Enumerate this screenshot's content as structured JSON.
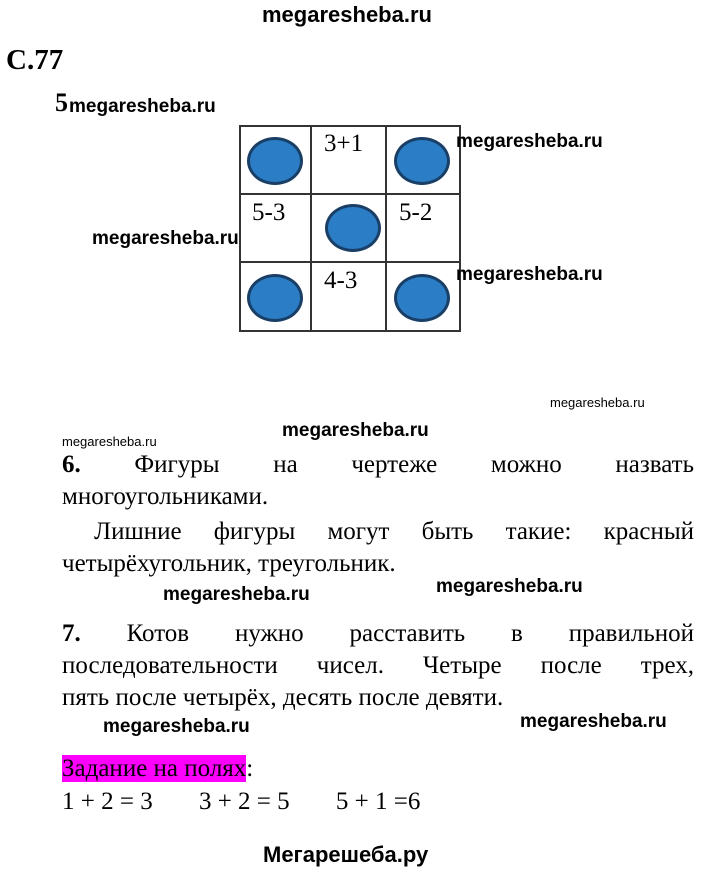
{
  "watermarks": {
    "top": "megaresheba.ru",
    "w1": "megaresheba.ru",
    "w2": "megaresheba.ru",
    "w3": "megaresheba.ru",
    "w4": "megaresheba.ru",
    "w5": "megaresheba.ru",
    "w6": "megaresheba.ru",
    "w7": "megaresheba.ru",
    "w8": "megaresheba.ru",
    "w9": "megaresheba.ru",
    "w10": "megaresheba.ru",
    "w11": "megaresheba.ru",
    "bottom": "Мегарешеба.ру"
  },
  "page_label": "С.77",
  "task5": {
    "number": "5",
    "cells": [
      "",
      "3+1",
      "",
      "5-3",
      "",
      "5-2",
      "",
      "4-3",
      ""
    ],
    "circles": [
      true,
      false,
      true,
      false,
      true,
      false,
      true,
      false,
      true
    ],
    "circle_color": "#2b7ec6"
  },
  "task6": {
    "number": "6.",
    "line1": " Фигуры на чертеже можно назвать",
    "line2": "многоугольниками.",
    "line3": "Лишние фигуры могут быть такие: красный",
    "line4": "четырёхугольник, треугольник."
  },
  "task7": {
    "number": "7.",
    "line1": " Котов нужно расставить в правильной",
    "line2": "последовательности чисел. Четыре после трех,",
    "line3": "пять после четырёх, десять после девяти."
  },
  "margin_task": {
    "label": "Задание на полях",
    "colon": ":",
    "equations": [
      "1 + 2 = 3",
      "3 + 2 = 5",
      "5 + 1 =6"
    ],
    "highlight": "#ff00ff"
  }
}
